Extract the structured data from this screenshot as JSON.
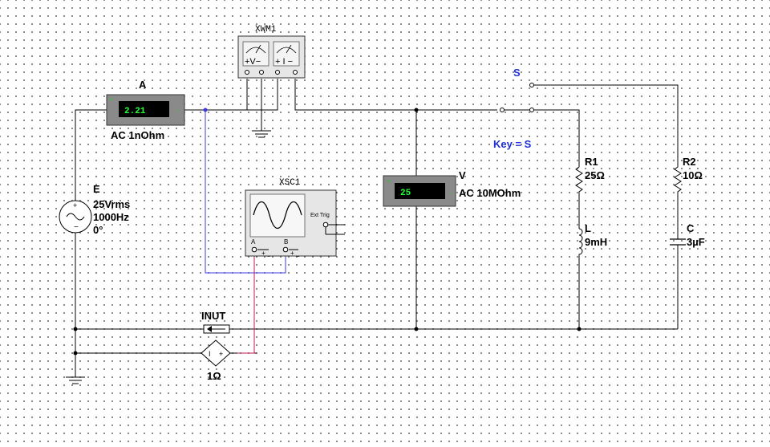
{
  "ammeter": {
    "name": "A",
    "reading": "2.21",
    "mode": "AC  1nOhm",
    "plus": "+",
    "minus": "-"
  },
  "wattmeter": {
    "name": "XWM1",
    "v_term": "+V−",
    "i_term": "+ I −"
  },
  "source": {
    "name": "E",
    "voltage": "25Vrms",
    "frequency": "1000Hz",
    "phase": "0°",
    "plus": "+",
    "minus": "−"
  },
  "scope": {
    "name": "XSC1",
    "ext_trig": "Ext Trig",
    "ch_a": "A",
    "ch_b": "B",
    "ch_a_pol": "+ _",
    "ch_b_pol": "+ _"
  },
  "voltmeter": {
    "name": "V",
    "reading": "25",
    "mode": "AC  10MOhm",
    "plus": "+",
    "minus": "-"
  },
  "switch": {
    "name": "S",
    "key": "Key = S"
  },
  "r1": {
    "name": "R1",
    "value": "25Ω"
  },
  "inductor": {
    "name": "L",
    "value": "9mH"
  },
  "r2": {
    "name": "R2",
    "value": "10Ω"
  },
  "capacitor": {
    "name": "C",
    "value": "3µF"
  },
  "sensor": {
    "name": "INUT"
  },
  "dep_source": {
    "minus": "I",
    "plus": "+",
    "gain": "1Ω"
  },
  "colors": {
    "background": "#ffffff",
    "grid_dot": "#6a6a6a",
    "channel_a_wire": "#3b3be0",
    "channel_b_wire": "#c8184f",
    "meter_body": "#8a8a8a",
    "lcd_text": "#22ff33",
    "switch_label": "#1f2fd6"
  }
}
